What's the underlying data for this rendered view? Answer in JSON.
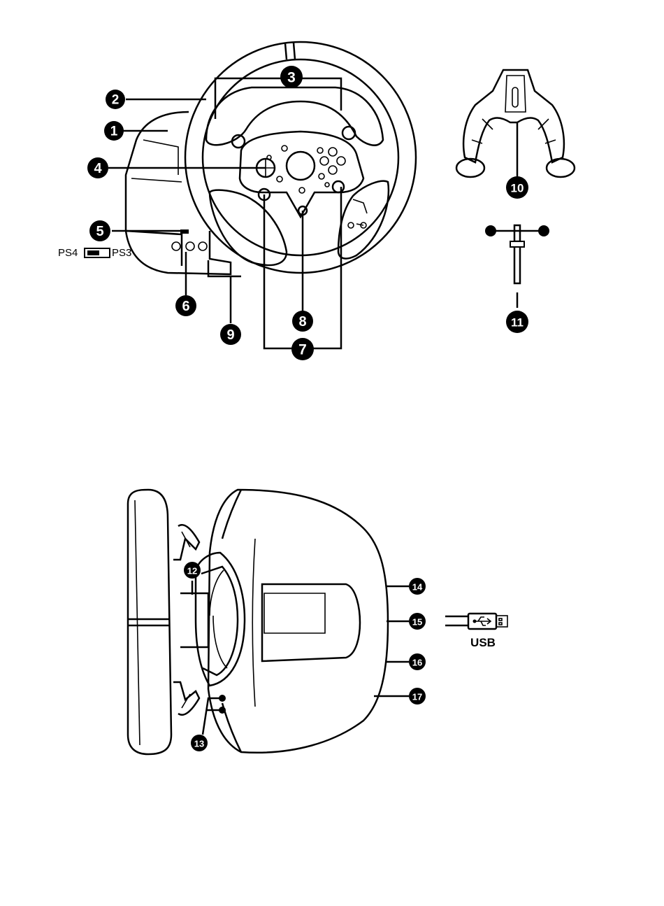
{
  "callouts": [
    {
      "id": "1",
      "label": "1"
    },
    {
      "id": "2",
      "label": "2"
    },
    {
      "id": "3",
      "label": "3"
    },
    {
      "id": "4",
      "label": "4"
    },
    {
      "id": "5",
      "label": "5"
    },
    {
      "id": "6",
      "label": "6"
    },
    {
      "id": "7",
      "label": "7"
    },
    {
      "id": "8",
      "label": "8"
    },
    {
      "id": "9",
      "label": "9"
    },
    {
      "id": "10",
      "label": "10"
    },
    {
      "id": "11",
      "label": "11"
    },
    {
      "id": "12",
      "label": "12"
    },
    {
      "id": "13",
      "label": "13"
    },
    {
      "id": "14",
      "label": "14"
    },
    {
      "id": "15",
      "label": "15"
    },
    {
      "id": "16",
      "label": "16"
    },
    {
      "id": "17",
      "label": "17"
    }
  ],
  "mode_switch": {
    "left_label": "PS4",
    "right_label": "PS3"
  },
  "usb": {
    "label": "USB"
  }
}
